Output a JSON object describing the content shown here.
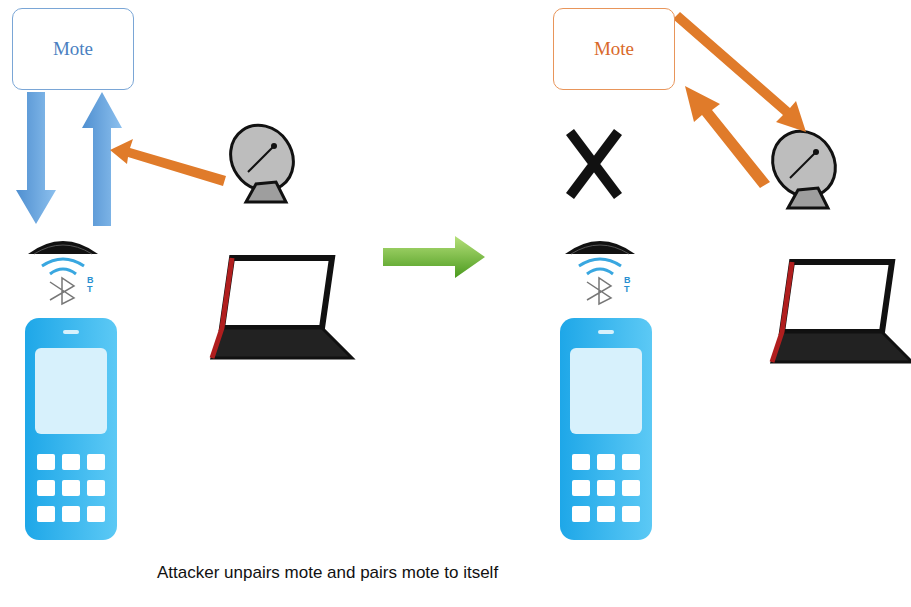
{
  "diagram": {
    "caption": "Attacker unpairs mote and pairs mote to itself",
    "nodes": [
      {
        "text": [
          "Mote"
        ]
      },
      {
        "text": [
          "Mote"
        ]
      }
    ],
    "labels": [
      "BT",
      "BT"
    ]
  }
}
